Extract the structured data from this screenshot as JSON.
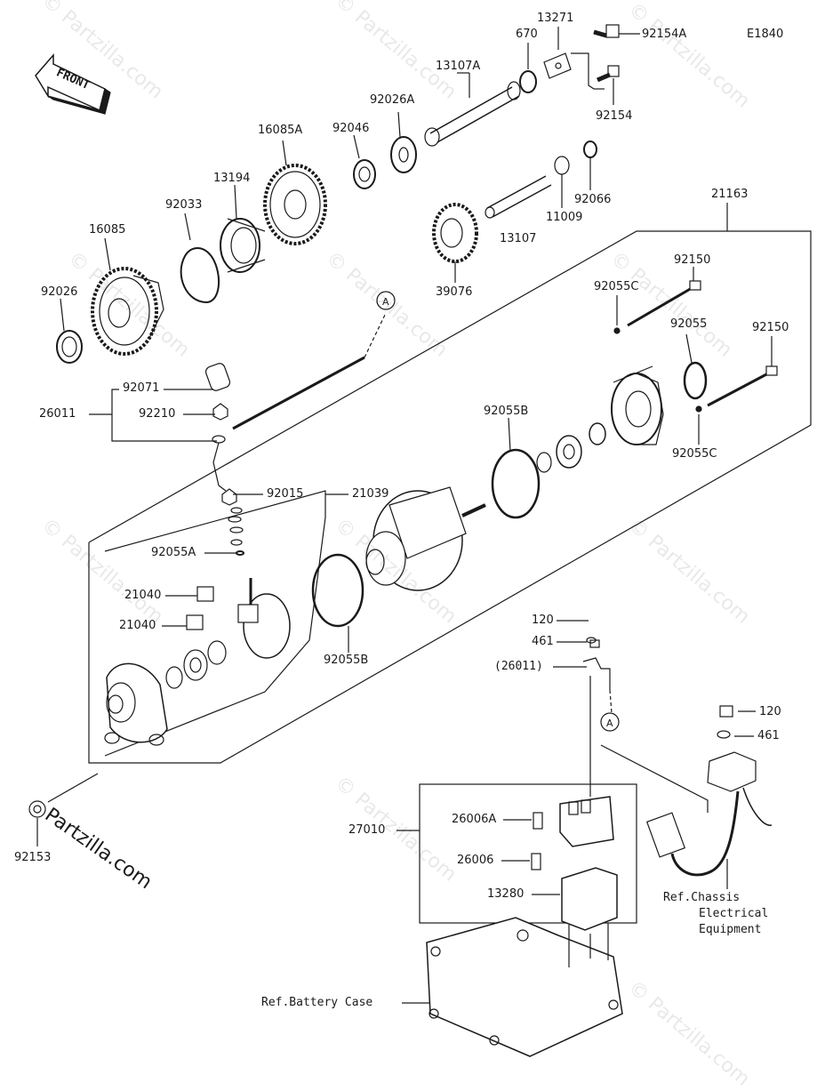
{
  "diagram_code": "E1840",
  "front_label": "FRONT",
  "watermark": "© Partzilla.com",
  "brand": "Partzilla.com",
  "callout_a": "A",
  "labels": {
    "p13271": "13271",
    "p670": "670",
    "p92154A": "92154A",
    "p13107A": "13107A",
    "p92026A": "92026A",
    "p92154": "92154",
    "p16085A": "16085A",
    "p92046": "92046",
    "p13194": "13194",
    "p92033": "92033",
    "p92066": "92066",
    "p11009": "11009",
    "p21163": "21163",
    "p16085": "16085",
    "p13107": "13107",
    "p92026": "92026",
    "p39076": "39076",
    "p92150a": "92150",
    "p92055Ca": "92055C",
    "p92055": "92055",
    "p92150b": "92150",
    "p92071": "92071",
    "p26011": "26011",
    "p92210": "92210",
    "p92055B_top": "92055B",
    "p92055Cb": "92055C",
    "p92015": "92015",
    "p21039": "21039",
    "p92055A": "92055A",
    "p21040a": "21040",
    "p21040b": "21040",
    "p92055B_bot": "92055B",
    "p120a": "120",
    "p461a": "461",
    "p26011b": "(26011)",
    "p120b": "120",
    "p461b": "461",
    "p92153": "92153",
    "p27010": "27010",
    "p26006A": "26006A",
    "p26006": "26006",
    "p13280": "13280",
    "ref_chassis_1": "Ref.Chassis",
    "ref_chassis_2": "Electrical",
    "ref_chassis_3": "Equipment",
    "ref_battery": "Ref.Battery Case"
  }
}
